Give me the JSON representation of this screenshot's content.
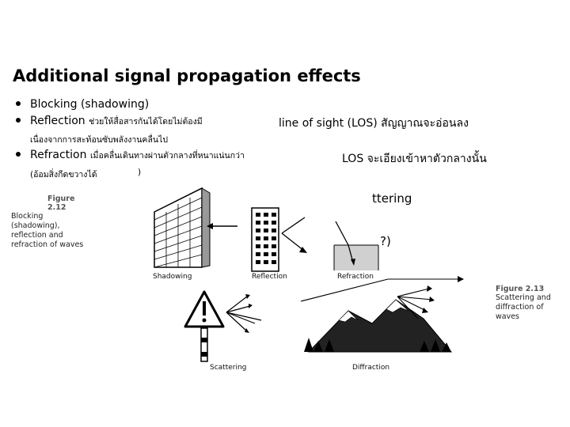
{
  "slide": {
    "title": "Additional signal propagation effects",
    "bullets": [
      {
        "en": "Blocking (shadowing)"
      },
      {
        "en": "Reflection",
        "th": "ช่วยให้สื่อสารกันได้โดยไม่ต้องมี",
        "right": "line of sight (LOS) สัญญาณจะอ่อนลง",
        "cont": "เนื่องจากการสะท้อนซับพลังงานคลื่นไป"
      },
      {
        "en": "Refraction",
        "th": "เมื่อคลื่นเดินทางผ่านตัวกลางที่หนาแน่นกว่า",
        "right": "LOS จะเอียงเข้าหาตัวกลางนั้น",
        "cont": "(อ้อมสิ่งกีดขวางได้",
        "cont_end": ")"
      }
    ],
    "partial_right_1": "ttering",
    "partial_right_2": "?)"
  },
  "figure_212": {
    "title": "Figure 2.12",
    "caption": [
      "Blocking (shadowing),",
      "reflection and",
      "refraction of waves"
    ],
    "labels": {
      "shadowing": "Shadowing",
      "reflection": "Reflection",
      "refraction": "Refraction"
    }
  },
  "figure_213": {
    "title": "Figure 2.13",
    "caption": [
      "Scattering and",
      "diffraction of waves"
    ],
    "labels": {
      "scattering": "Scattering",
      "diffraction": "Diffraction"
    }
  }
}
